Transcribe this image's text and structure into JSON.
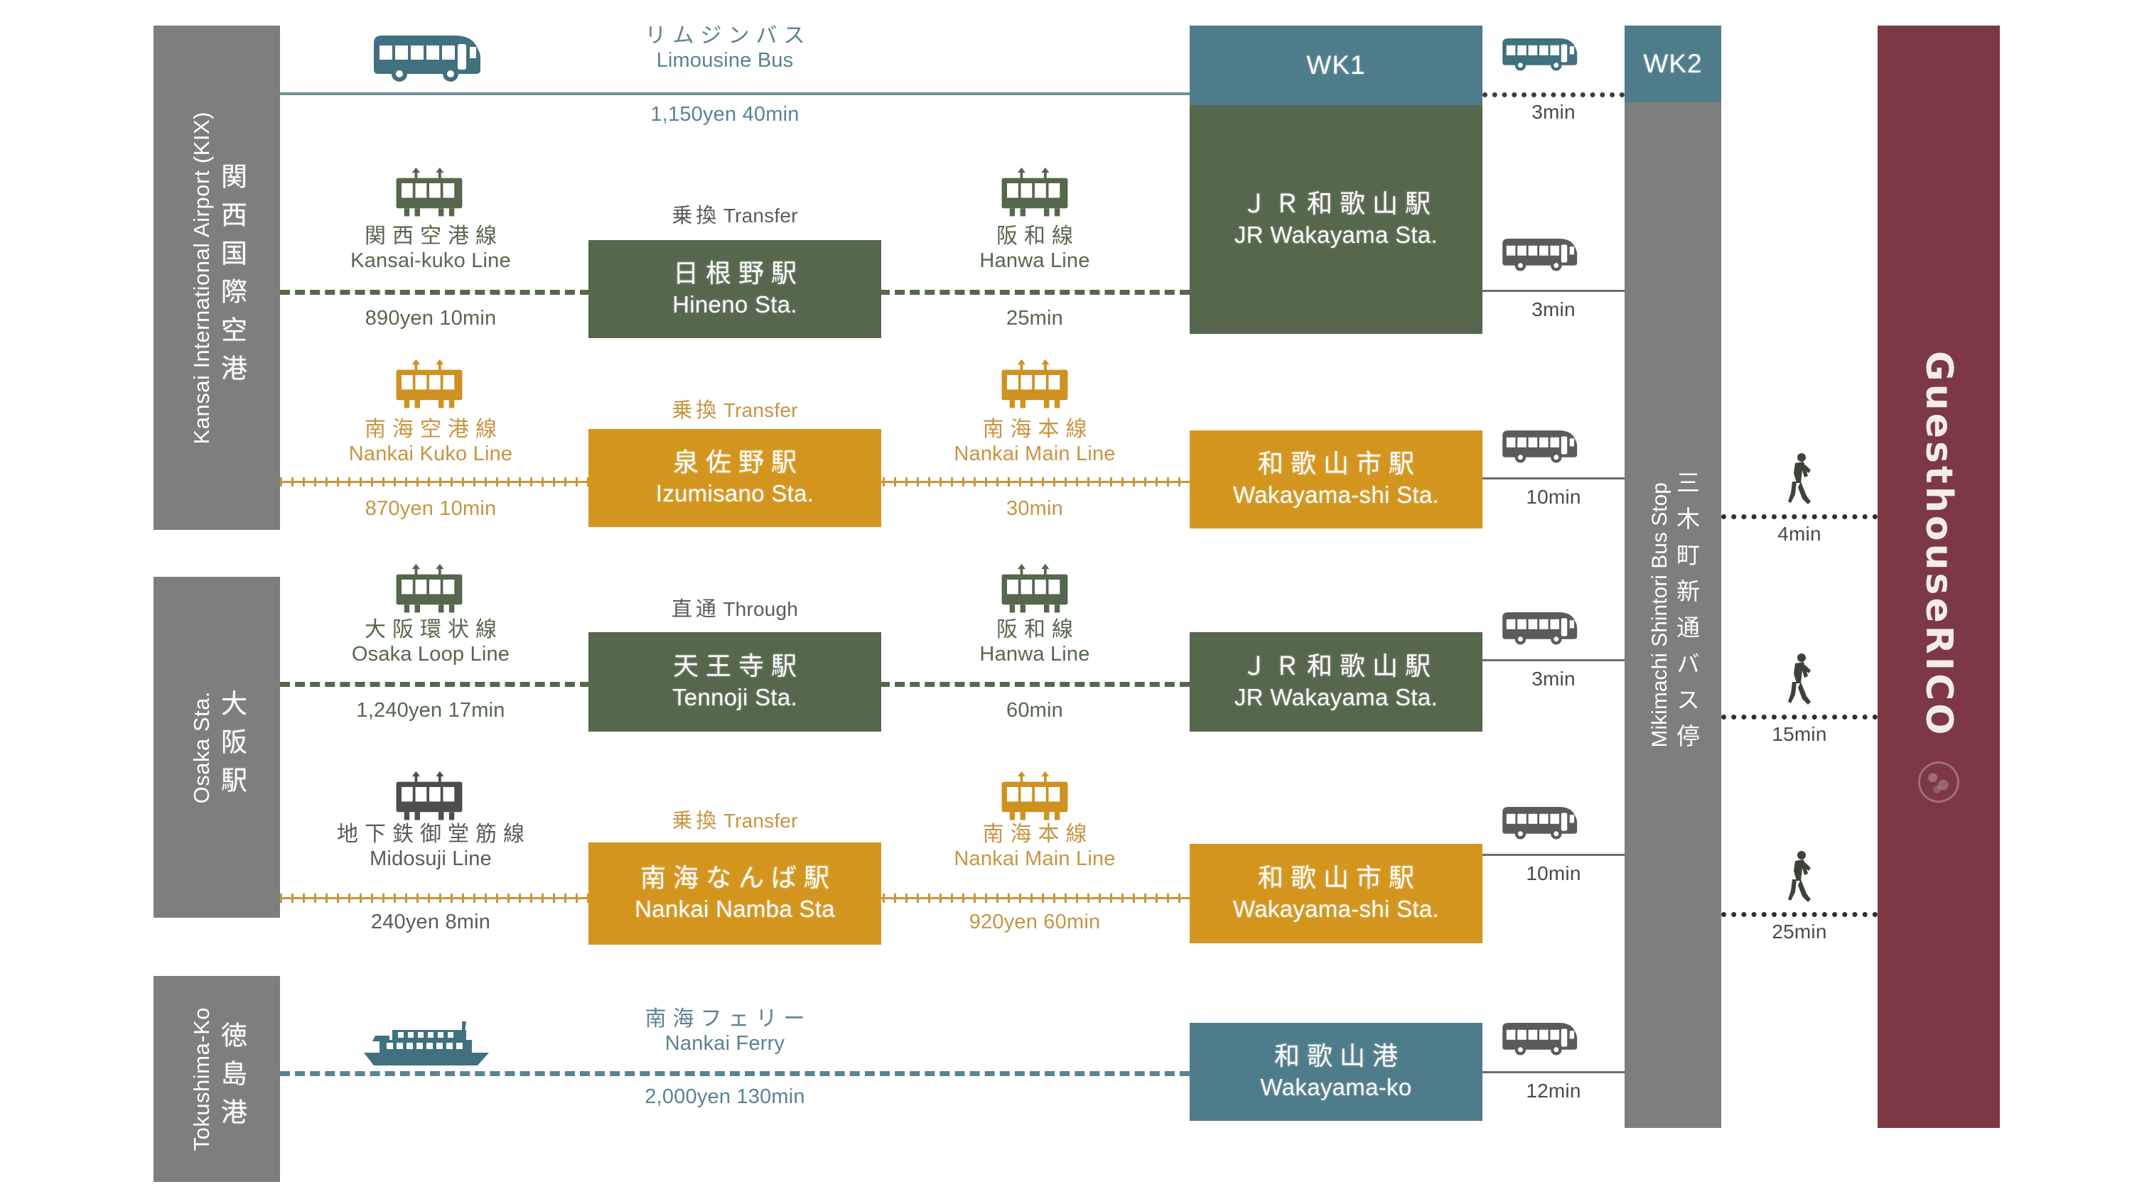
{
  "title": "GuesthouseRICO Access Route Map",
  "origins": [
    {
      "jp": "関西国際空港",
      "en": "Kansai International Airport (KIX)"
    },
    {
      "jp": "大阪駅",
      "en": "Osaka Sta."
    },
    {
      "jp": "徳島港",
      "en": "Tokushima-Ko"
    }
  ],
  "routes": [
    {
      "id": "limousine-bus",
      "vehicle_icon": "bus-icon",
      "line_jp": "リムジンバス",
      "line_en": "Limousine Bus",
      "fare": "1,150yen 40min",
      "dest_jp": "WK1",
      "dest_en": "",
      "color": "#4e7c8b"
    },
    {
      "id": "kansai-kuko-line",
      "vehicle_icon": "train-icon",
      "line_jp": "関西空港線",
      "line_en": "Kansai-kuko Line",
      "fare": "890yen 10min",
      "transfer_jp": "乗換",
      "transfer_en": "Transfer",
      "transfer_station_jp": "日根野駅",
      "transfer_station_en": "Hineno Sta.",
      "leg2_jp": "阪和線",
      "leg2_en": "Hanwa Line",
      "leg2_fare": "25min",
      "dest_jp": "ＪＲ和歌山駅",
      "dest_en": "JR Wakayama Sta.",
      "color": "#55674d"
    },
    {
      "id": "nankai-kuko-line",
      "vehicle_icon": "train-icon",
      "line_jp": "南海空港線",
      "line_en": "Nankai Kuko Line",
      "fare": "870yen 10min",
      "transfer_jp": "乗換",
      "transfer_en": "Transfer",
      "transfer_station_jp": "泉佐野駅",
      "transfer_station_en": "Izumisano Sta.",
      "leg2_jp": "南海本線",
      "leg2_en": "Nankai Main Line",
      "leg2_fare": "30min",
      "dest_jp": "和歌山市駅",
      "dest_en": "Wakayama-shi Sta.",
      "color": "#d4951f"
    },
    {
      "id": "osaka-loop-line",
      "vehicle_icon": "train-icon",
      "line_jp": "大阪環状線",
      "line_en": "Osaka Loop Line",
      "fare": "1,240yen 17min",
      "transfer_jp": "直通",
      "transfer_en": "Through",
      "transfer_station_jp": "天王寺駅",
      "transfer_station_en": "Tennoji Sta.",
      "leg2_jp": "阪和線",
      "leg2_en": "Hanwa Line",
      "leg2_fare": "60min",
      "dest_jp": "ＪＲ和歌山駅",
      "dest_en": "JR Wakayama Sta.",
      "color": "#55674d"
    },
    {
      "id": "midosuji-line",
      "vehicle_icon": "train-icon",
      "line_jp": "地下鉄御堂筋線",
      "line_en": "Midosuji Line",
      "fare": "240yen 8min",
      "transfer_jp": "乗換",
      "transfer_en": "Transfer",
      "transfer_station_jp": "南海なんば駅",
      "transfer_station_en": "Nankai Namba Sta",
      "leg2_jp": "南海本線",
      "leg2_en": "Nankai Main Line",
      "leg2_fare": "920yen 60min",
      "dest_jp": "和歌山市駅",
      "dest_en": "Wakayama-shi Sta.",
      "color": "#d4951f"
    },
    {
      "id": "nankai-ferry",
      "vehicle_icon": "ferry-icon",
      "line_jp": "南海フェリー",
      "line_en": "Nankai Ferry",
      "fare": "2,000yen 130min",
      "dest_jp": "和歌山港",
      "dest_en": "Wakayama-ko",
      "color": "#4e7c8b"
    }
  ],
  "bus_legs": [
    {
      "id": "wk1-to-wk2",
      "minutes": "3min",
      "icon": "bus-icon",
      "color": "#4e7c8b"
    },
    {
      "id": "jr-wakayama-bus",
      "minutes": "3min",
      "icon": "bus-icon",
      "color": "#5b5b5b"
    },
    {
      "id": "wakayama-shi-bus",
      "minutes": "10min",
      "icon": "bus-icon",
      "color": "#5b5b5b"
    },
    {
      "id": "jr-wakayama-bus-2",
      "minutes": "3min",
      "icon": "bus-icon",
      "color": "#5b5b5b"
    },
    {
      "id": "wakayama-shi-bus-2",
      "minutes": "10min",
      "icon": "bus-icon",
      "color": "#5b5b5b"
    },
    {
      "id": "wakayama-ko-bus",
      "minutes": "12min",
      "icon": "bus-icon",
      "color": "#5b5b5b"
    }
  ],
  "walk_legs": [
    {
      "id": "walk-4min",
      "minutes": "4min",
      "icon": "walking-person-icon"
    },
    {
      "id": "walk-15min",
      "minutes": "15min",
      "icon": "walking-person-icon"
    },
    {
      "id": "walk-25min",
      "minutes": "25min",
      "icon": "walking-person-icon"
    }
  ],
  "stops": {
    "wk1": "WK1",
    "wk2": "WK2",
    "bus_stop_jp": "三木町新通バス停",
    "bus_stop_en": "Mikimachi Shintori Bus Stop"
  },
  "brand": {
    "name": "GuesthouseRICO",
    "color": "#7c3944",
    "logo_icon": "rico-seal-logo"
  },
  "colors": {
    "green": "#55674d",
    "orange": "#d4951f",
    "teal": "#4e7c8b",
    "gray": "#7e7e7e",
    "maroon": "#7c3944"
  }
}
